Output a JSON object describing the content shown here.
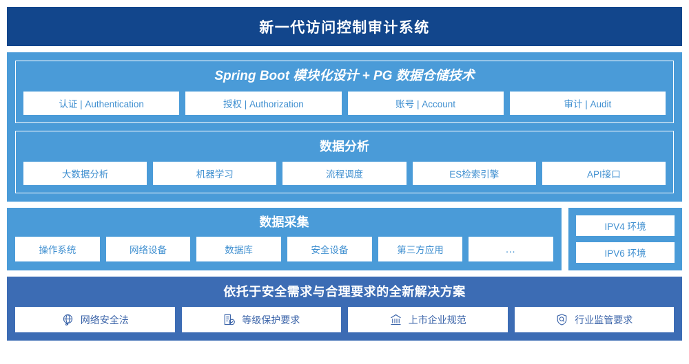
{
  "header": {
    "title": "新一代访问控制审计系统"
  },
  "platform": {
    "panels": [
      {
        "heading": "Spring Boot 模块化设计 + PG 数据仓储技术",
        "chips": [
          "认证 | Authentication",
          "授权 | Authorization",
          "账号 | Account",
          "审计 | Audit"
        ]
      },
      {
        "heading": "数据分析",
        "chips": [
          "大数据分析",
          "机器学习",
          "流程调度",
          "ES检索引擎",
          "API接口"
        ]
      }
    ]
  },
  "collection": {
    "heading": "数据采集",
    "chips": [
      "操作系统",
      "网络设备",
      "数据库",
      "安全设备",
      "第三方应用",
      "…"
    ]
  },
  "environments": {
    "chips": [
      "IPV4 环境",
      "IPV6 环境"
    ]
  },
  "solution": {
    "heading": "依托于安全需求与合理要求的全新解决方案",
    "chips": [
      {
        "icon": "globe-icon",
        "label": "网络安全法"
      },
      {
        "icon": "document-check-icon",
        "label": "等级保护要求"
      },
      {
        "icon": "bank-icon",
        "label": "上市企业规范"
      },
      {
        "icon": "shield-search-icon",
        "label": "行业监管要求"
      }
    ]
  },
  "colors": {
    "title_bar": "#12468c",
    "panel_blue": "#4a9bd8",
    "solution_blue": "#3c6cb4",
    "chip_text": "#3f8fd0",
    "solution_chip_text": "#3a63a8"
  }
}
